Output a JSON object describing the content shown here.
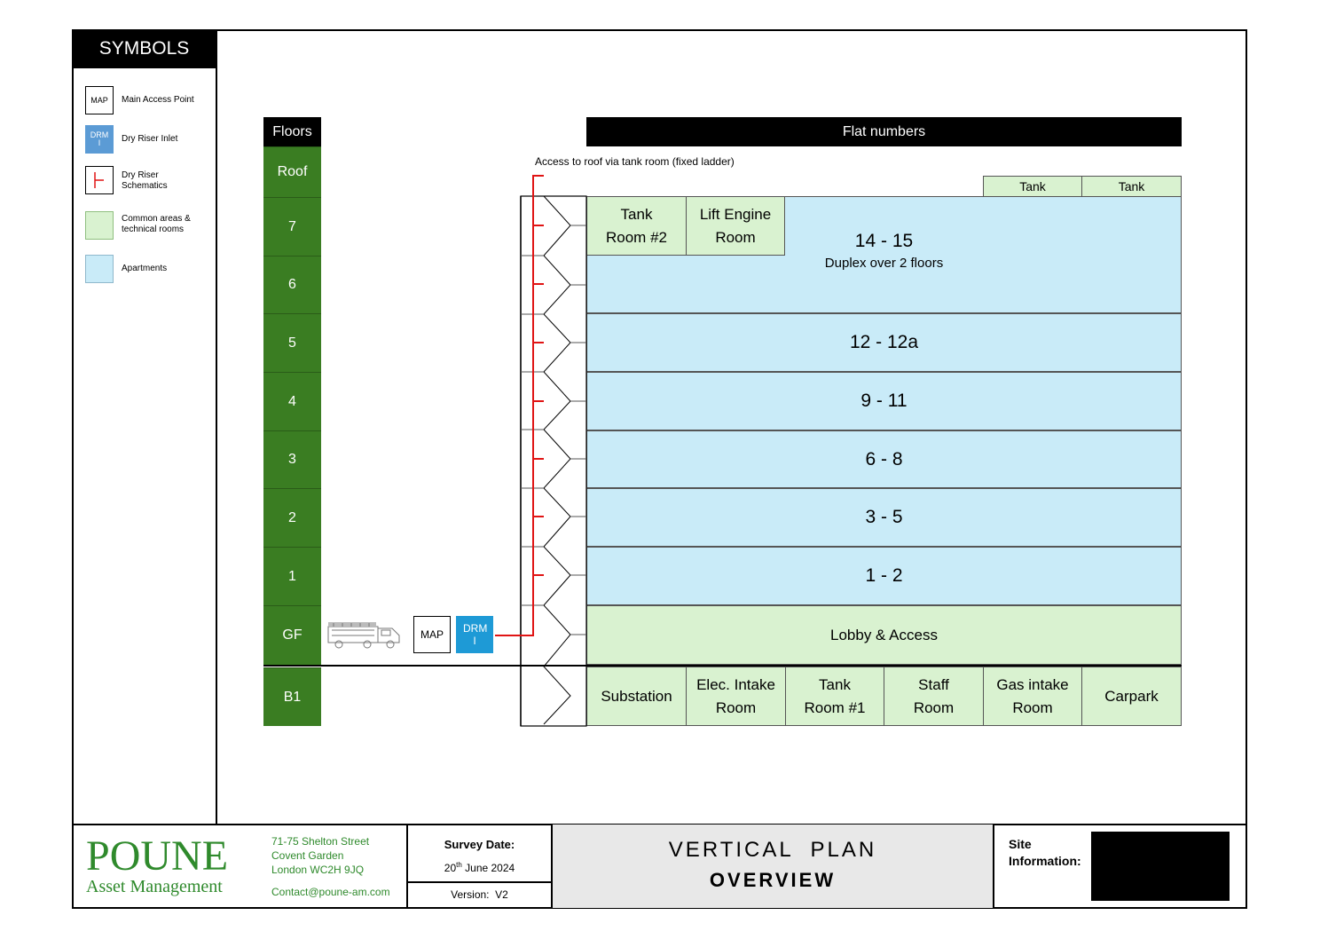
{
  "symbols": {
    "title": "SYMBOLS",
    "items": [
      {
        "icon_text": "MAP",
        "label": "Main Access Point"
      },
      {
        "icon_text": "DRM I",
        "label": "Dry Riser Inlet"
      },
      {
        "icon_text": "",
        "label": "Dry Riser Schematics"
      },
      {
        "icon_text": "",
        "label": "Common areas & technical rooms"
      },
      {
        "icon_text": "",
        "label": "Apartments"
      }
    ]
  },
  "floors": {
    "header": "Floors",
    "levels": [
      "Roof",
      "7",
      "6",
      "5",
      "4",
      "3",
      "2",
      "1",
      "GF",
      "B1"
    ]
  },
  "flats": {
    "header": "Flat numbers",
    "roof_note": "Access to roof via tank room (fixed ladder)",
    "top_tanks": [
      "Tank",
      "Tank"
    ],
    "tank_room_2": "Tank Room #2",
    "lift_engine": "Lift Engine Room",
    "duplex_numbers": "14 - 15",
    "duplex_note": "Duplex over 2 floors",
    "rows": [
      "12 - 12a",
      "9 - 11",
      "6 - 8",
      "3 - 5",
      "1 - 2"
    ],
    "lobby": "Lobby & Access",
    "basement": [
      "Substation",
      "Elec. Intake Room",
      "Tank Room #1",
      "Staff Room",
      "Gas intake Room",
      "Carpark"
    ]
  },
  "access": {
    "map_label": "MAP",
    "drm_label": "DRM I"
  },
  "colors": {
    "floor_green": "#3a7d22",
    "apartment_blue": "#c9ebf8",
    "common_green": "#d9f2d0",
    "riser_red": "#e01414",
    "drm_blue": "#1e9ad6",
    "brand_green": "#2f8a2c"
  },
  "footer": {
    "logo_name": "POUNE",
    "logo_sub": "Asset Management",
    "address_line1": "71-75 Shelton Street",
    "address_line2": "Covent Garden",
    "address_line3": "London WC2H 9JQ",
    "contact": "Contact@poune-am.com",
    "survey_label": "Survey Date:",
    "survey_day": "20",
    "survey_day_suffix": "th",
    "survey_rest": " June 2024",
    "version_label": "Version:",
    "version_value": "V2",
    "plan_title": "VERTICAL PLAN",
    "plan_subtitle": "OVERVIEW",
    "site_label1": "Site",
    "site_label2": "Information:"
  }
}
